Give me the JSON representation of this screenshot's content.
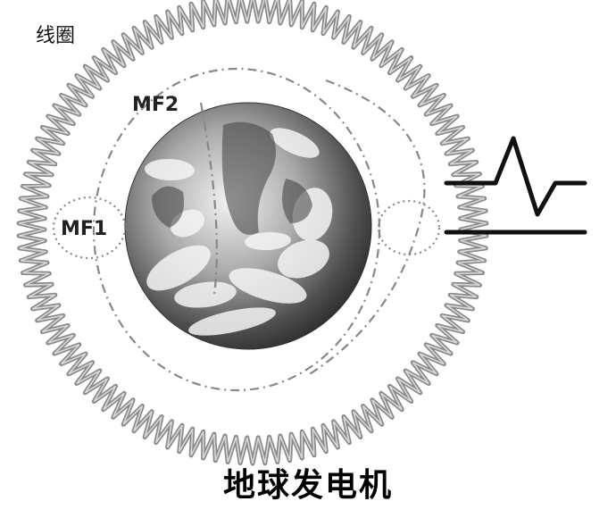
{
  "labels": {
    "coil": "线圈",
    "mf1": "MF1",
    "mf2": "MF2",
    "caption": "地球发电机"
  },
  "colors": {
    "coil": "#8a8a8a",
    "coil_highlight": "#d8d8d8",
    "field_line": "#888888",
    "signal": "#111111",
    "text": "#111111",
    "earth_dark": "#3a3a3a",
    "earth_light": "#cfcfcf"
  },
  "icons": {
    "earth": "earth-globe-illustration",
    "coil": "helical-coil-ring",
    "signal": "output-pulse-waveform"
  }
}
